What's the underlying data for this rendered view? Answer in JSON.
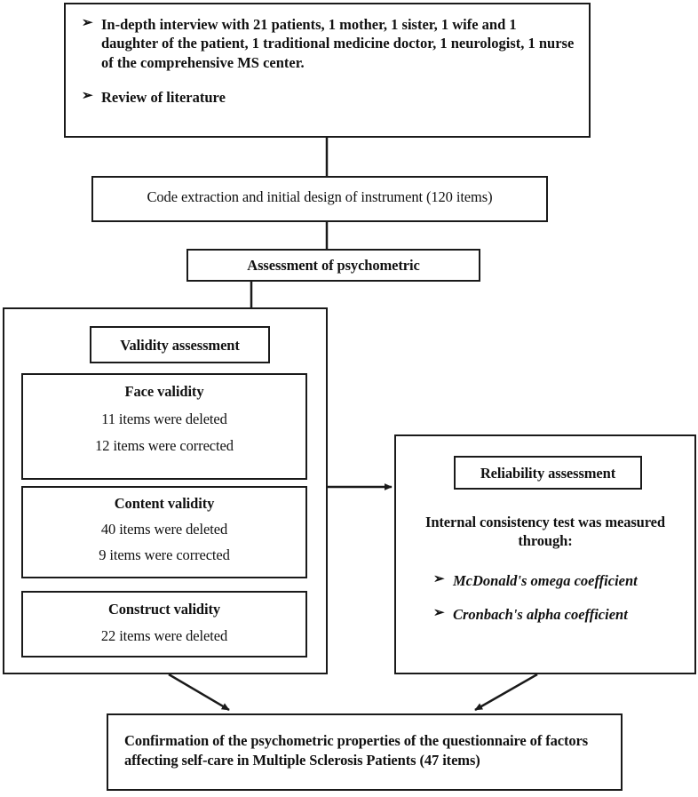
{
  "diagram": {
    "title": "Study flow diagram of instrument development and psychometric evaluation",
    "type": "flowchart",
    "background_color": "#ffffff",
    "line_color": "#1a1a1a",
    "text_color": "#111111"
  },
  "nodes": {
    "data_collection": {
      "bullets": [
        "In-depth interview with 21 patients, 1 mother, 1 sister, 1 wife and 1 daughter of the patient, 1 traditional medicine doctor, 1 neurologist, 1 nurse of the comprehensive MS center.",
        "Review of literature"
      ],
      "bullet_glyph": "➢"
    },
    "code_extraction": {
      "label": "Code extraction and initial design of instrument (120 items)"
    },
    "assessment": {
      "label": "Assessment of psychometric"
    },
    "validity_assessment": {
      "label": "Validity assessment"
    },
    "face_validity": {
      "title": "Face validity",
      "lines": [
        "11 items were deleted",
        "12 items were corrected"
      ]
    },
    "content_validity": {
      "title": "Content validity",
      "lines": [
        "40 items were deleted",
        "9 items were corrected"
      ]
    },
    "construct_validity": {
      "title": "Construct validity",
      "lines": [
        "22 items were deleted"
      ]
    },
    "reliability_assessment": {
      "title": "Reliability assessment",
      "intro": "Internal consistency test was measured through:",
      "bullet_glyph": "➢",
      "bullets": [
        "McDonald's omega coefficient",
        "Cronbach's alpha coefficient"
      ]
    },
    "confirmation": {
      "label": "Confirmation of the psychometric properties of the questionnaire of factors affecting self-care in Multiple Sclerosis Patients (47 items)"
    }
  }
}
